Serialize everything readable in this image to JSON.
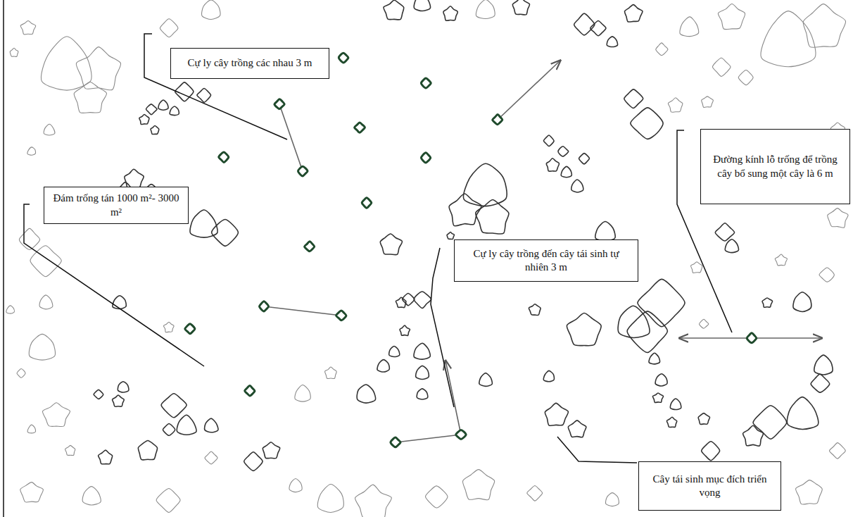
{
  "diagram": {
    "nodes": [
      {
        "text": [
          "Cự ly cây trồng các nhau 3 m"
        ]
      },
      {
        "text": [
          "Đường kính lỗ trống để trồng cây bổ sung một cây là 6 m"
        ]
      },
      {
        "text": [
          "Đám trống tán 1000 m²- 3000 m²"
        ]
      },
      {
        "text": [
          "Cự ly cây trồng đến cây tái sinh tự nhiên 3 m"
        ]
      },
      {
        "text": [
          "Cây tái sinh mục đích triển vọng"
        ]
      }
    ]
  }
}
